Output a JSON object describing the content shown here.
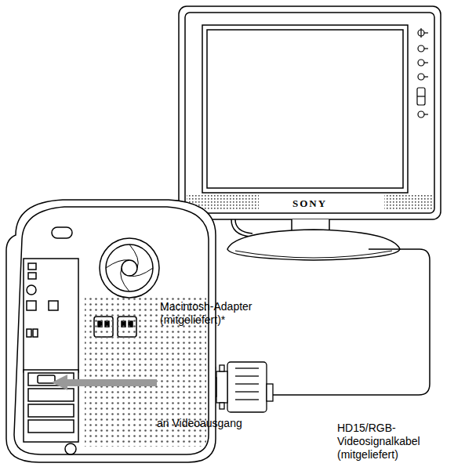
{
  "diagram": {
    "labels": [
      "SONY",
      "Macintosh-Adapter (mitgeliefert)*",
      "an Videoausgang",
      "HD15/RGB- Videosignalkabel (mitgeliefert)"
    ]
  }
}
